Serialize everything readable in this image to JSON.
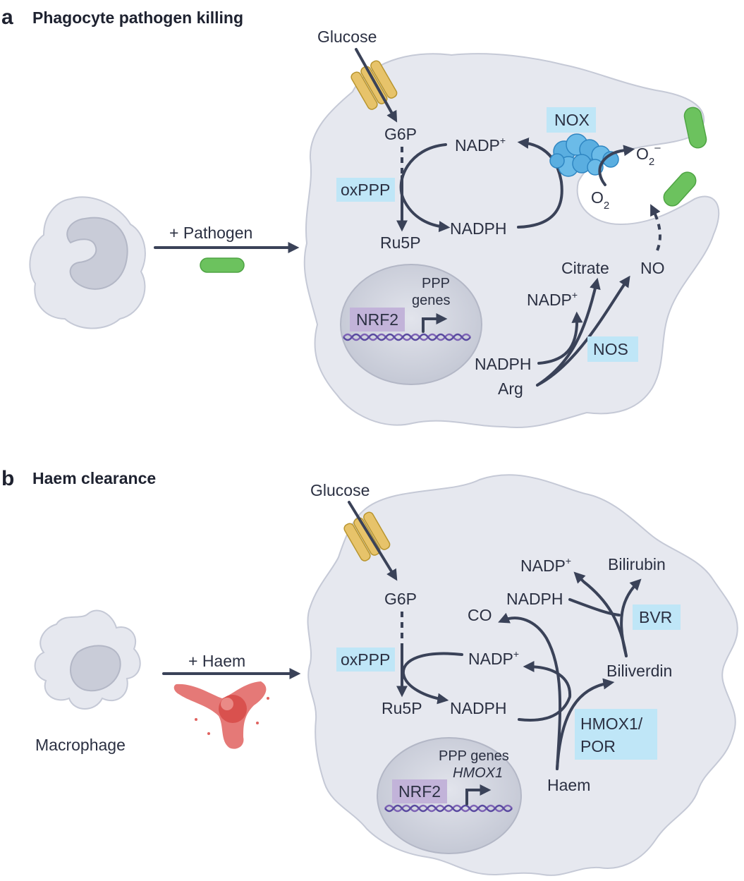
{
  "panel_a": {
    "letter": "a",
    "title": "Phagocyte pathogen killing",
    "stimulus": "+ Pathogen",
    "labels": {
      "glucose": "Glucose",
      "g6p": "G6P",
      "ru5p": "Ru5P",
      "nadp_top": "NADP",
      "nadph_top": "NADPH",
      "nadp_nos": "NADP",
      "nadph_nos": "NADPH",
      "o2_minus": "O",
      "o2": "O",
      "citrate": "Citrate",
      "no": "NO",
      "arg": "Arg",
      "ppp_genes_1": "PPP",
      "ppp_genes_2": "genes"
    },
    "enzymes": {
      "oxppp": "oxPPP",
      "nox": "NOX",
      "nos": "NOS",
      "nrf2": "NRF2"
    }
  },
  "panel_b": {
    "letter": "b",
    "title": "Haem clearance",
    "stimulus": "+ Haem",
    "cell_label": "Macrophage",
    "labels": {
      "glucose": "Glucose",
      "g6p": "G6P",
      "ru5p": "Ru5P",
      "nadp_mid": "NADP",
      "nadph_mid": "NADPH",
      "nadp_bvr": "NADP",
      "nadph_bvr": "NADPH",
      "bilirubin": "Bilirubin",
      "biliverdin": "Biliverdin",
      "co": "CO",
      "haem": "Haem",
      "ppp_genes": "PPP genes",
      "hmox1_gene": "HMOX1"
    },
    "enzymes": {
      "oxppp": "oxPPP",
      "bvr": "BVR",
      "hmox1_line1": "HMOX1/",
      "hmox1_line2": "POR",
      "nrf2": "NRF2"
    }
  },
  "glyphs": {
    "plus": "+",
    "minus": "–",
    "subscript_two": "2"
  },
  "colors": {
    "arrow": "#3a4258",
    "cell_fill": "#e6e8ef",
    "nucleus_fill": "#d2d5df",
    "enzyme_box": "#bfe6f7",
    "nrf2_box": "#c2b3d9",
    "pathogen": "#6cc25e",
    "nox": "#5aaee0",
    "transporter": "#e7c36a",
    "haem": "#e0625f",
    "dna": "#7d63b5"
  }
}
